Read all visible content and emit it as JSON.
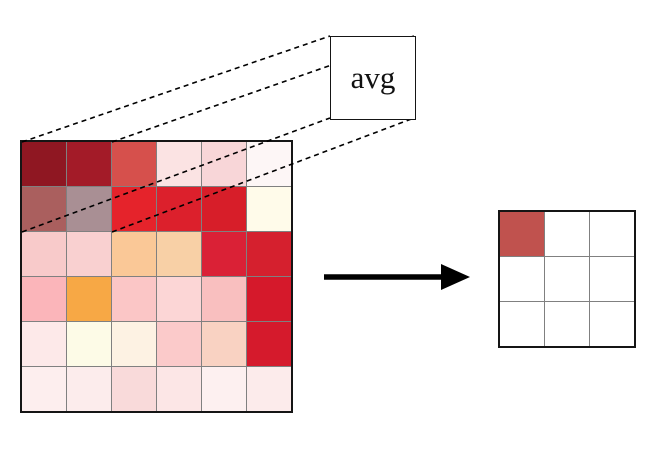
{
  "diagram": {
    "pool_label": "avg",
    "input_grid": {
      "rows": 6,
      "cols": 6,
      "colors": [
        [
          "#8f1722",
          "#a31b28",
          "#d6504c",
          "#fbe3e3",
          "#f8d6d8",
          "#fdf6f6"
        ],
        [
          "#aa5f5e",
          "#a98f94",
          "#e5232b",
          "#dc202c",
          "#d71e29",
          "#fffbea"
        ],
        [
          "#f8caca",
          "#f9d0d0",
          "#fac897",
          "#f8d0a6",
          "#da2136",
          "#d5202e"
        ],
        [
          "#fbb5ba",
          "#f7a845",
          "#fbc6c6",
          "#fcd6d6",
          "#f9bfbf",
          "#d5192b"
        ],
        [
          "#fde9e9",
          "#fdfbe7",
          "#fdf2e3",
          "#fbcaca",
          "#f9d2c2",
          "#d51a2c"
        ],
        [
          "#fdeeee",
          "#fcecec",
          "#f9dada",
          "#fce6e6",
          "#fdf0f0",
          "#fcebeb"
        ]
      ]
    },
    "output_grid": {
      "rows": 3,
      "cols": 3,
      "colors": [
        [
          "#c0524e",
          "#ffffff",
          "#ffffff"
        ],
        [
          "#ffffff",
          "#ffffff",
          "#ffffff"
        ],
        [
          "#ffffff",
          "#ffffff",
          "#ffffff"
        ]
      ]
    },
    "colors": {
      "grid_line": "#808080",
      "grid_border": "#151515",
      "arrow": "#000000",
      "dashed_line": "#000000"
    }
  }
}
